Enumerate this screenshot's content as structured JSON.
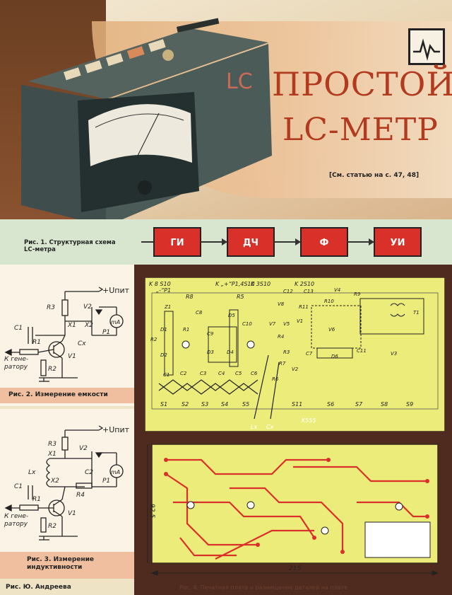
{
  "article": {
    "title_line1": "ПРОСТОЙ",
    "title_line2": "LC-МЕТР",
    "reference": "[См. статью на с. 47, 48]"
  },
  "device": {
    "panel_label": "LC"
  },
  "fig1": {
    "caption_line1": "Рис. 1. Структурная схема",
    "caption_line2": "LC-метра",
    "blocks": [
      "ГИ",
      "ДЧ",
      "Ф",
      "УИ"
    ]
  },
  "fig2": {
    "caption": "Рис. 2. Измерение емкости",
    "supply": "+Uпит",
    "generator_line1": "К гене-",
    "generator_line2": "ратору",
    "labels": [
      "R3",
      "V2",
      "X1",
      "X2",
      "C1",
      "R1",
      "Cx",
      "P1",
      "V1",
      "R2",
      "mA"
    ]
  },
  "fig3": {
    "caption_line1": "Рис. 3. Измерение",
    "caption_line2": "индуктивности",
    "supply": "+Uпит",
    "generator_line1": "К гене-",
    "generator_line2": "ратору",
    "labels": [
      "R3",
      "X1",
      "V2",
      "Lx",
      "X2",
      "C2",
      "C1",
      "R1",
      "R4",
      "P1",
      "V1",
      "R2",
      "mA"
    ]
  },
  "author": "Рис. Ю. Андреева",
  "board": {
    "top_labels": [
      "K 8 S10",
      "„-“P1",
      "R8",
      "K „+“P1,4S10",
      "R5",
      "K 3S10",
      "K 2S10"
    ],
    "switches": [
      "S1",
      "S2",
      "S3",
      "S4",
      "S5",
      "S11",
      "S6",
      "S7",
      "S8",
      "S9"
    ],
    "bottom_labels": [
      "Lx",
      "Cx",
      "K555"
    ],
    "parts": [
      "Z1",
      "C8",
      "C12",
      "C13",
      "V4",
      "R9",
      "R11",
      "R10",
      "T1",
      "V6",
      "C10",
      "C9",
      "D5",
      "D1",
      "D2",
      "D3",
      "D4",
      "R2",
      "R1",
      "C7",
      "C11",
      "V3",
      "D6",
      "C1",
      "C2",
      "C3",
      "C4",
      "C5",
      "C6",
      "R3",
      "R7",
      "V2",
      "V1",
      "R4",
      "R6",
      "V7",
      "V5",
      "V8"
    ]
  },
  "fig4": {
    "dimension_width": "215",
    "dimension_height": "92,5",
    "caption": "Рис. 4. Печатная плата и размещение деталей на плате"
  },
  "colors": {
    "accent_red": "#d9302a",
    "title_red": "#b23a1f",
    "board_yellow": "#ecec7a",
    "panel_brown": "#4f2a1e"
  }
}
